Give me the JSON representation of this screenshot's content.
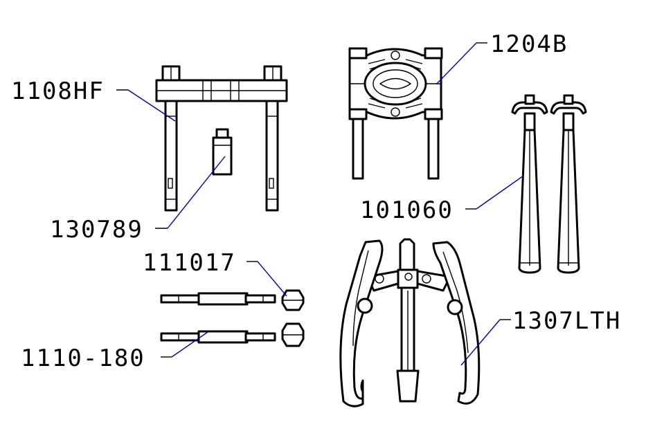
{
  "colors": {
    "ink": "#000000",
    "leader": "#0000aa",
    "background": "#ffffff"
  },
  "parts": [
    {
      "id": "1108HF",
      "label": "1108HF"
    },
    {
      "id": "130789",
      "label": "130789"
    },
    {
      "id": "111017",
      "label": "111017"
    },
    {
      "id": "1110-180",
      "label": "1110-180"
    },
    {
      "id": "1204B",
      "label": "1204B"
    },
    {
      "id": "101060",
      "label": "101060"
    },
    {
      "id": "1307LTH",
      "label": "1307LTH"
    }
  ]
}
